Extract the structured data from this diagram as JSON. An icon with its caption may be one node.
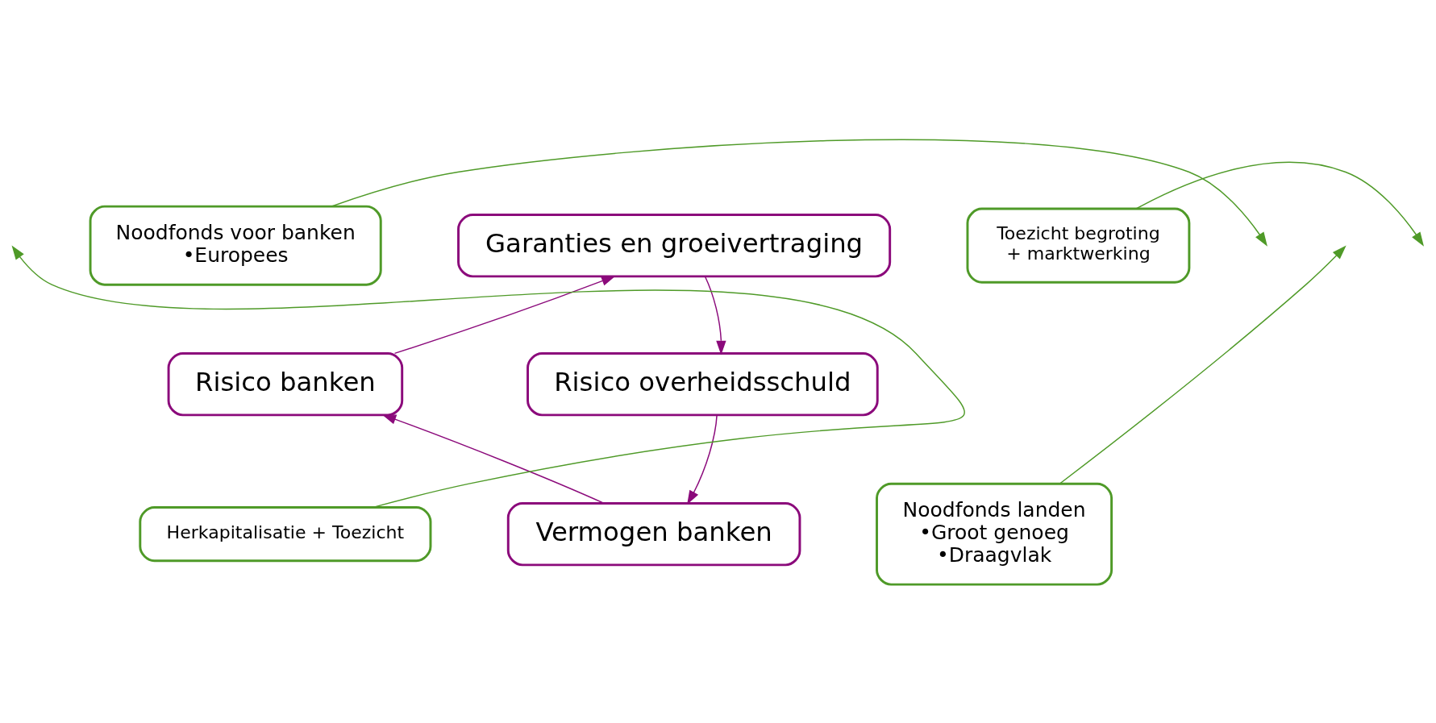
{
  "diagram": {
    "nodes": [
      {
        "text": [
          "Garanties en groeivertraging"
        ]
      },
      {
        "text": [
          "Risico overheidsschuld"
        ]
      },
      {
        "text": [
          "Vermogen banken"
        ]
      },
      {
        "text": [
          "Risico banken"
        ]
      },
      {
        "text": [
          "Noodfonds voor banken",
          "•Europees"
        ]
      },
      {
        "text": [
          "Toezicht begroting",
          "+ marktwerking"
        ]
      },
      {
        "text": [
          "Noodfonds landen",
          "•Groot genoeg",
          "•Draagvlak"
        ]
      },
      {
        "text": [
          "Herkapitalisatie + Toezicht"
        ]
      }
    ],
    "edges": [
      {
        "from": 3,
        "to": 0,
        "arrow": "to"
      },
      {
        "from": 0,
        "to": 1,
        "arrow": "to"
      },
      {
        "from": 1,
        "to": 2,
        "arrow": "to"
      },
      {
        "from": 2,
        "to": 3,
        "arrow": "to"
      },
      {
        "from": 4,
        "to": null,
        "arrow": "to",
        "color": "#4f9a28"
      },
      {
        "from": 5,
        "to": null,
        "arrow": "to",
        "color": "#4f9a28"
      },
      {
        "from": 6,
        "to": null,
        "arrow": "to",
        "color": "#4f9a28"
      },
      {
        "from": 7,
        "to": null,
        "arrow": "to",
        "color": "#4f9a28"
      }
    ]
  }
}
